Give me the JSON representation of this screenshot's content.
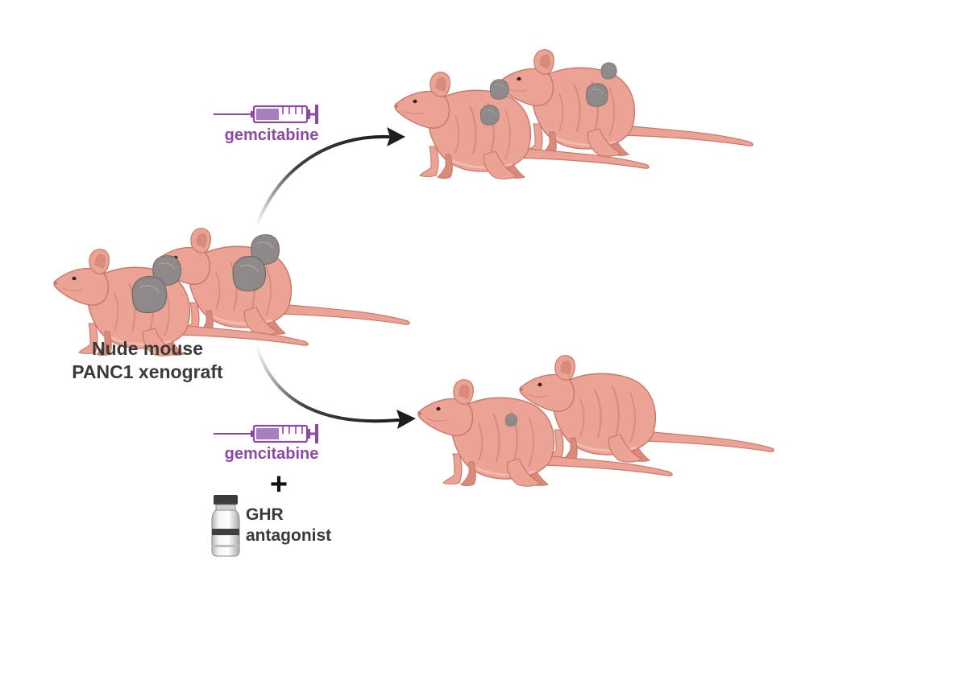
{
  "diagram": {
    "source_label": {
      "line1": "Nude mouse",
      "line2": "PANC1 xenograft"
    },
    "top_branch": {
      "drug_label": "gemcitabine",
      "arrow": "arrow-to-top-group"
    },
    "bottom_branch": {
      "drug_label": "gemcitabine",
      "plus_symbol": "+",
      "antagonist_line1": "GHR",
      "antagonist_line2": "antagonist",
      "arrow": "arrow-to-bottom-group"
    },
    "icons": {
      "mouse": "nude-mouse-icon",
      "tumor": "tumor-icon",
      "syringe": "syringe-icon",
      "vial": "vial-icon",
      "plus": "plus-icon"
    }
  },
  "colors": {
    "mouse_body": "#eaa394",
    "mouse_shadow": "#d98a7b",
    "mouse_outline": "#c97767",
    "mouse_light": "#f2bcae",
    "tumor": "#8e8a8a",
    "tumor_dark": "#6f6b6b",
    "drug_purple": "#8b4aa3",
    "syringe_fill": "#a77fc0",
    "label_dark": "#3a3a3a",
    "arrow": "#1e1e1e"
  }
}
